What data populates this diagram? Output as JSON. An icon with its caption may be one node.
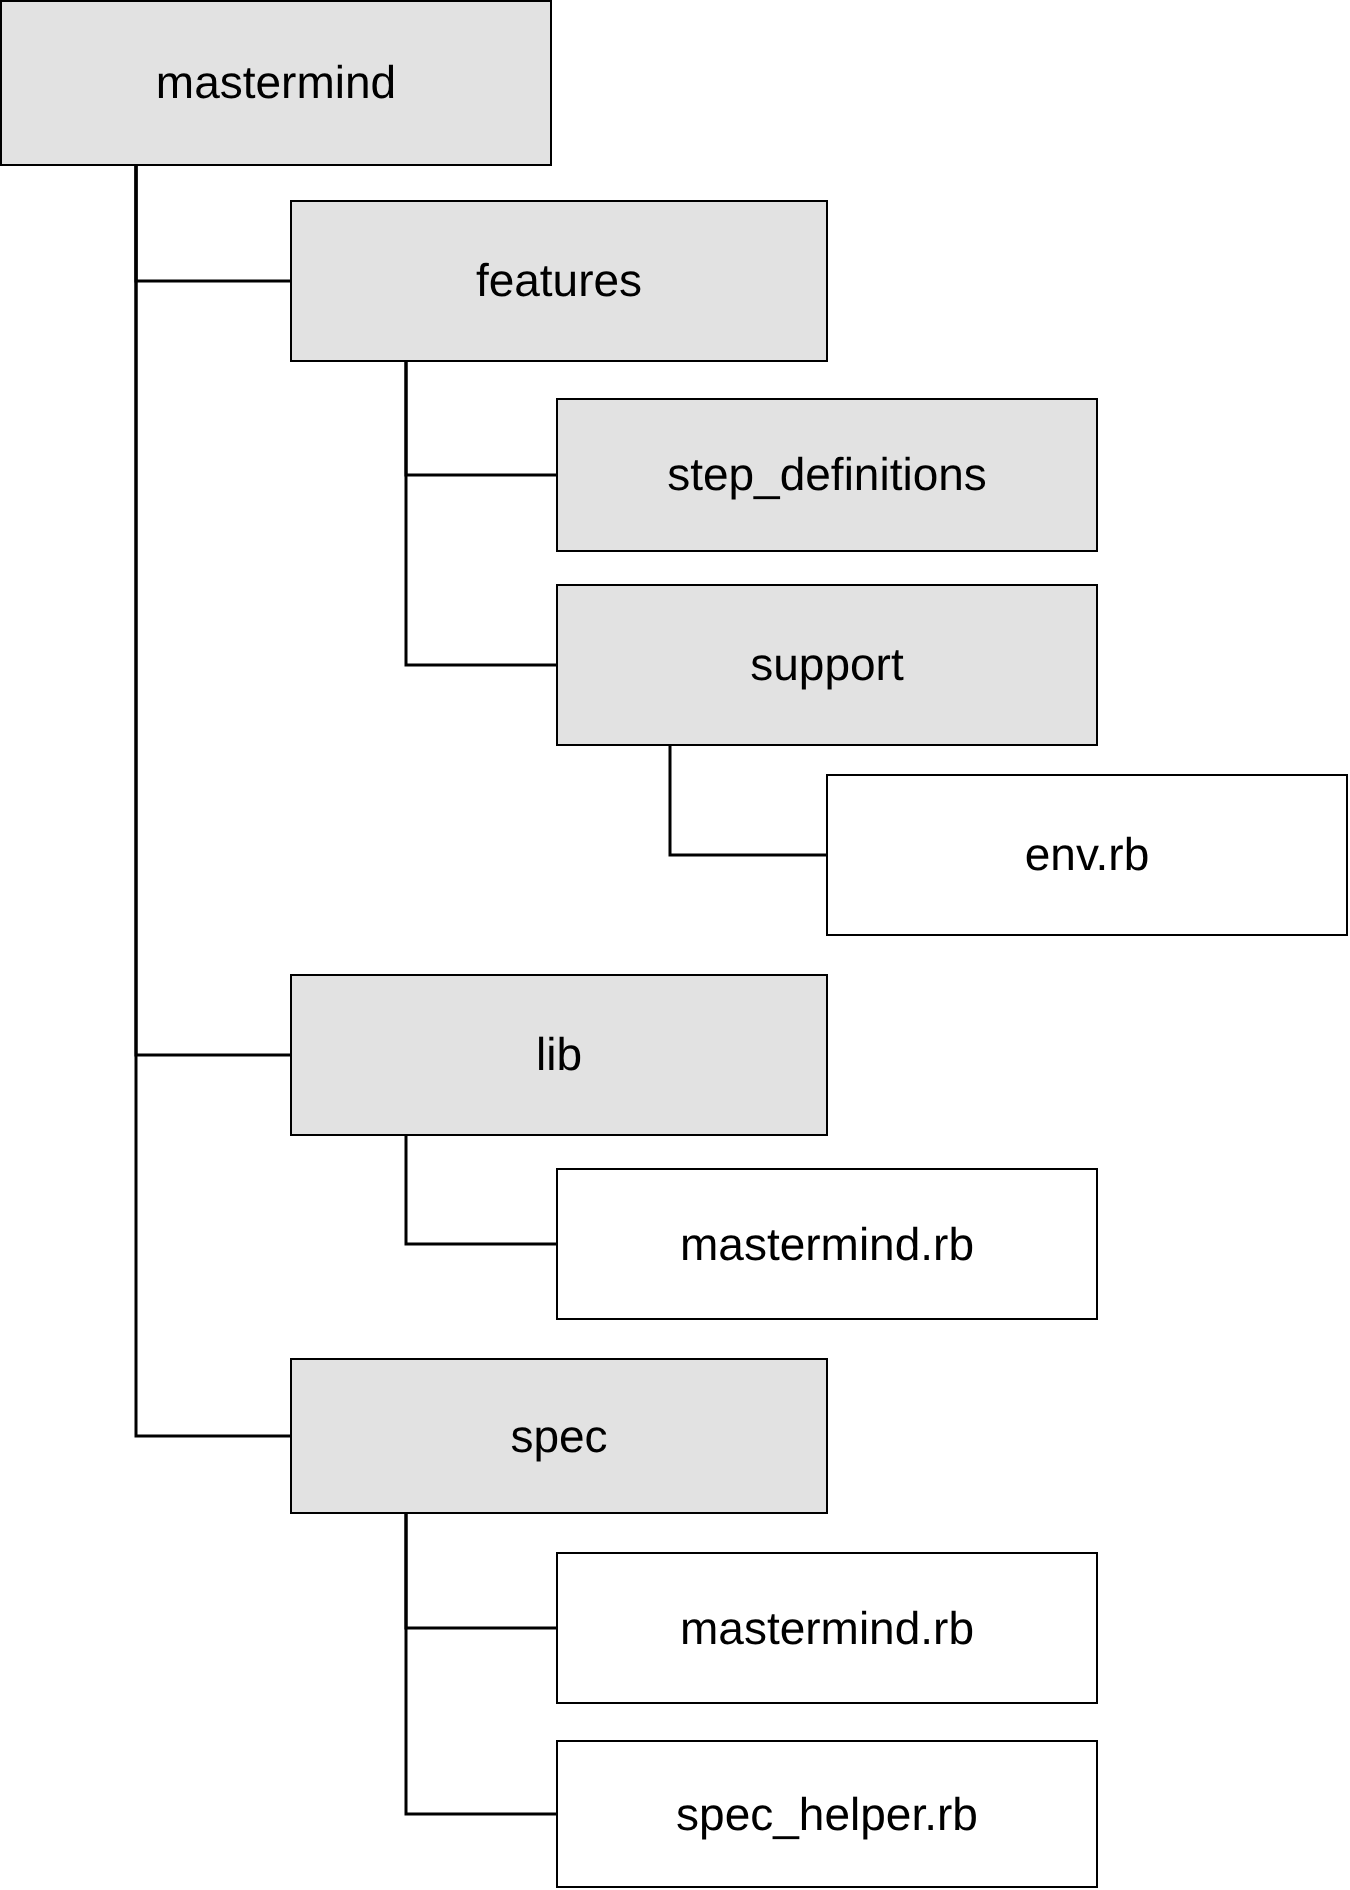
{
  "diagram": {
    "nodes": [
      {
        "text": [
          "mastermind"
        ]
      },
      {
        "text": [
          "features"
        ]
      },
      {
        "text": [
          "step_definitions"
        ]
      },
      {
        "text": [
          "support"
        ]
      },
      {
        "text": [
          "env.rb"
        ]
      },
      {
        "text": [
          "lib"
        ]
      },
      {
        "text": [
          "mastermind.rb"
        ]
      },
      {
        "text": [
          "spec"
        ]
      },
      {
        "text": [
          "mastermind.rb"
        ]
      },
      {
        "text": [
          "spec_helper.rb"
        ]
      }
    ],
    "edges": [
      {
        "from": 0,
        "to": 1,
        "arrow": "none"
      },
      {
        "from": 1,
        "to": 2,
        "arrow": "none"
      },
      {
        "from": 1,
        "to": 3,
        "arrow": "none"
      },
      {
        "from": 3,
        "to": 4,
        "arrow": "none"
      },
      {
        "from": 0,
        "to": 5,
        "arrow": "none"
      },
      {
        "from": 5,
        "to": 6,
        "arrow": "none"
      },
      {
        "from": 0,
        "to": 7,
        "arrow": "none"
      },
      {
        "from": 7,
        "to": 8,
        "arrow": "none"
      },
      {
        "from": 7,
        "to": 9,
        "arrow": "none"
      }
    ]
  }
}
